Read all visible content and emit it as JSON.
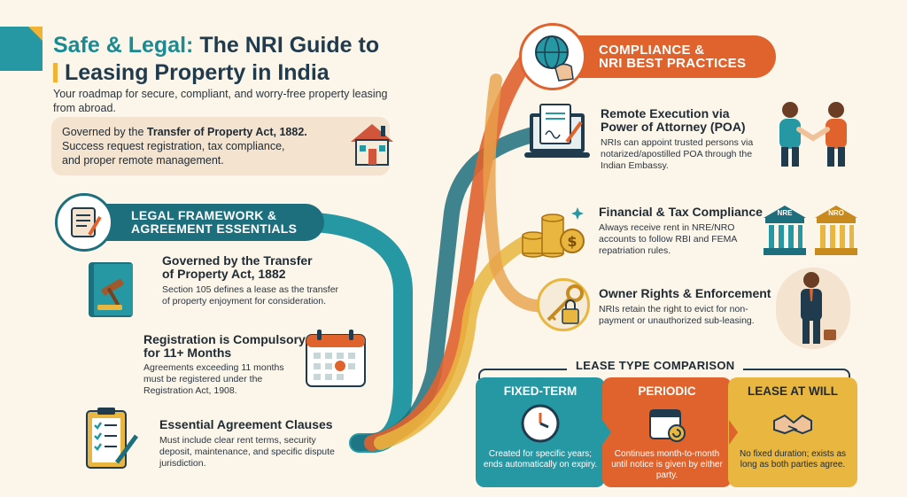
{
  "header": {
    "title_part1": "Safe & Legal:",
    "title_part2": " The NRI Guide to",
    "title_line2": "Leasing Property in India",
    "subtitle": "Your roadmap for secure, compliant, and worry-free property leasing from abroad."
  },
  "intro": {
    "prefix": "Governed by the ",
    "act": "Transfer of Property Act, 1882.",
    "rest": "Success request registration, tax compliance, and proper remote management."
  },
  "legal": {
    "heading_line1": "LEGAL FRAMEWORK &",
    "heading_line2": "AGREEMENT ESSENTIALS",
    "items": [
      {
        "title_line1": "Governed by the Transfer",
        "title_line2": "of Property Act, 1882",
        "body": "Section 105 defines a lease as the transfer of property enjoyment for consideration."
      },
      {
        "title_line1": "Registration is Compulsory",
        "title_line2": "for 11+ Months",
        "body": "Agreements exceeding 11 months must be registered under the Registration Act, 1908."
      },
      {
        "title_line1": "Essential Agreement Clauses",
        "title_line2": "",
        "body": "Must include clear rent terms, security deposit, maintenance, and specific dispute jurisdiction."
      }
    ]
  },
  "compliance": {
    "heading_line1": "COMPLIANCE &",
    "heading_line2": "NRI BEST PRACTICES",
    "items": [
      {
        "title_line1": "Remote Execution via",
        "title_line2": "Power of Attorney (POA)",
        "body": "NRIs can appoint trusted persons via notarized/apostilled POA through the Indian Embassy."
      },
      {
        "title_line1": "Financial & Tax Compliance",
        "title_line2": "",
        "body": "Always receive rent in NRE/NRO accounts to follow RBI and FEMA repatriation rules."
      },
      {
        "title_line1": "Owner Rights & Enforcement",
        "title_line2": "",
        "body": "NRIs retain the right to evict for non-payment or unauthorized sub-leasing."
      }
    ],
    "bank_labels": [
      "NRE",
      "NRO"
    ]
  },
  "lease": {
    "heading": "LEASE TYPE COMPARISON",
    "cards": [
      {
        "title": "FIXED-TERM",
        "body": "Created for specific years; ends automatically on expiry."
      },
      {
        "title": "PERIODIC",
        "body": "Continues month-to-month until notice is given by either party."
      },
      {
        "title": "LEASE AT WILL",
        "body": "No fixed duration; exists as long as both parties agree."
      }
    ]
  },
  "colors": {
    "teal": "#1d6f7e",
    "orange": "#e0622d",
    "gold": "#e9b63f",
    "cream": "#fbf5ea"
  }
}
